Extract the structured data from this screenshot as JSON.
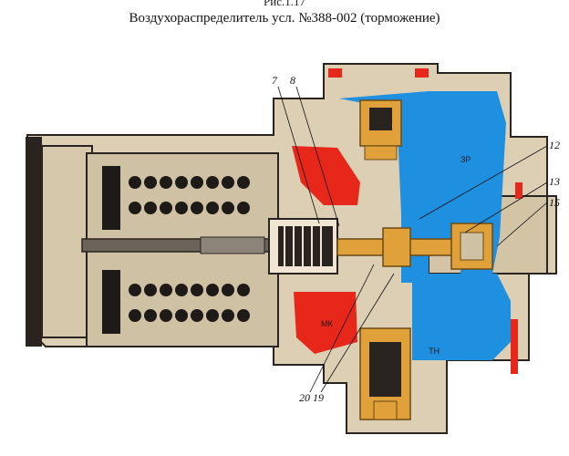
{
  "header": {
    "figure_caption": "Рис.1.17",
    "title": "Воздухораспределитель усл. №388-002 (торможение)"
  },
  "colors": {
    "body": "#dccfb4",
    "outline": "#2a2420",
    "air_blue": "#1f8fe0",
    "air_red": "#e8271b",
    "brass": "#e0a03a",
    "spring_dark": "#1e1a18",
    "background": "#ffffff"
  },
  "zones": {
    "zr": "ЗР",
    "mk": "МК",
    "tn": "ТН"
  },
  "callouts": {
    "n7": "7",
    "n8": "8",
    "n12": "12",
    "n13": "13",
    "n15": "15",
    "n20": "20",
    "n19": "19"
  }
}
